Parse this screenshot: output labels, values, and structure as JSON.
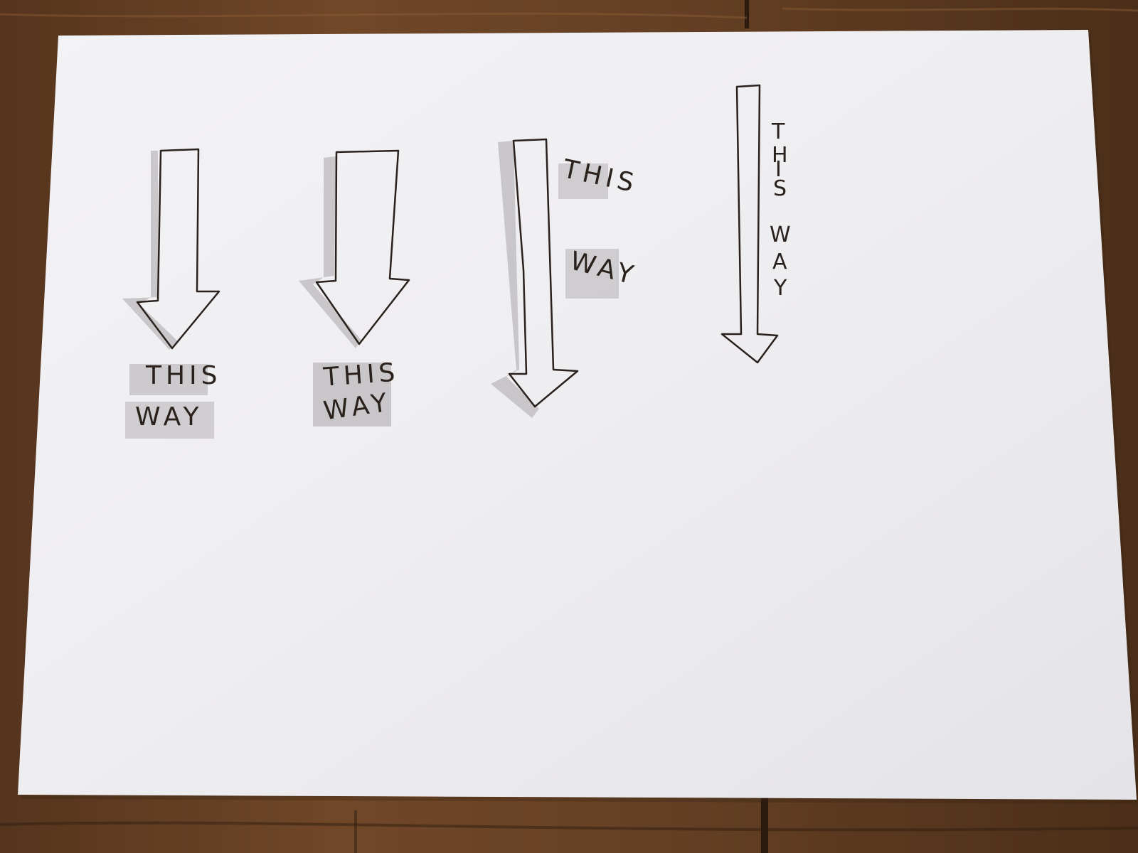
{
  "scene": {
    "description_surface": "wooden-table",
    "colors": {
      "wood_dark": "#4e311b",
      "wood_mid": "#6b4527",
      "wood_light": "#8a5c34",
      "paper": "#eeedf0",
      "paper_shade": "#e2e1e5",
      "ink": "#2a211c",
      "marker_shadow": "#a9a5a8"
    }
  },
  "labels": {
    "arrow1": {
      "line1": "THIS",
      "line2": "WAY"
    },
    "arrow2": {
      "line1": "THIS",
      "line2": "WAY"
    },
    "arrow3": {
      "line1": "THIS",
      "line2": "WAY"
    },
    "arrow4": {
      "chars": [
        "T",
        "H",
        "I",
        "S",
        "W",
        "A",
        "Y"
      ]
    }
  }
}
